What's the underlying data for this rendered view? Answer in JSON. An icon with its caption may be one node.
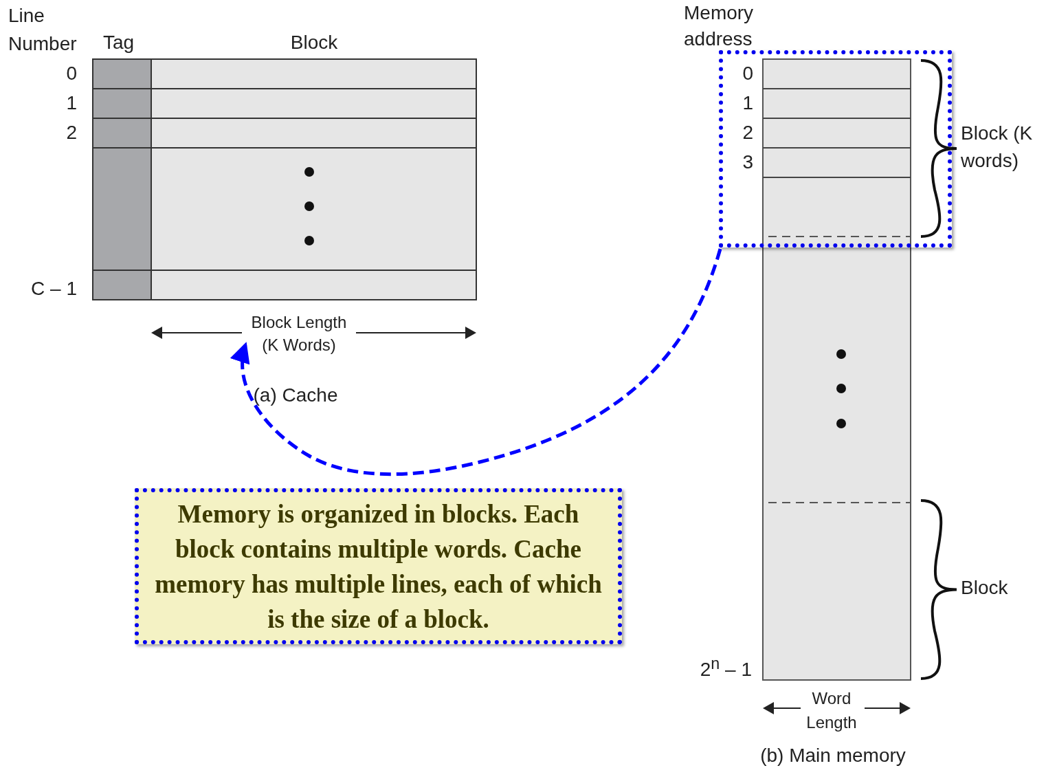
{
  "diagram": {
    "nodes": [
      {
        "text": [],
        "shape": "box"
      },
      {
        "text": [
          "Memory is organized in blocks. Each block contains multiple words. Cache memory has multiple lines, each of which is the size of a block."
        ]
      },
      {
        "text": [
          "Block Length (K Words)"
        ]
      }
    ],
    "edges": [
      {
        "from": 0,
        "to": 2,
        "arrow": "to",
        "style": "dashed",
        "color": "#0000ff"
      }
    ],
    "labels": [
      "Line Number",
      "Tag",
      "Block",
      "0",
      "1",
      "2",
      "C – 1",
      "(a) Cache",
      "Memory address",
      "0",
      "1",
      "2",
      "3",
      "Block (K words)",
      "Block",
      "2$^{n}$ – 1",
      "Word Length",
      "(b) Main memory"
    ]
  }
}
